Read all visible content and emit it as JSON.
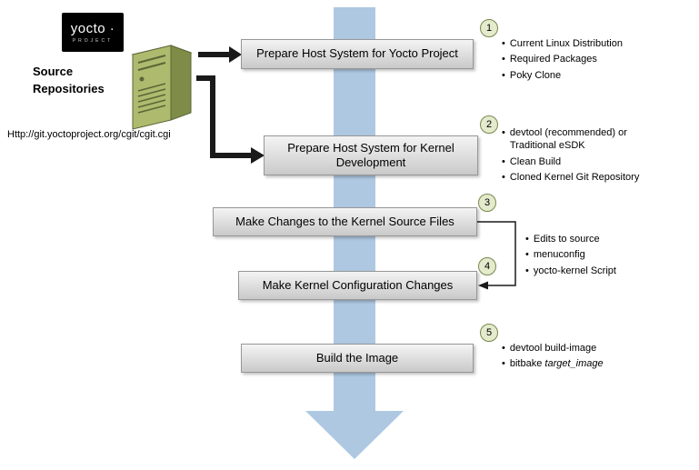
{
  "logo": {
    "name": "yocto ·",
    "tagline": "PROJECT"
  },
  "source_repo": {
    "label": "Source Repositories",
    "url": "Http://git.yoctoproject.org/cgit/cgit.cgi"
  },
  "steps": [
    {
      "number": "1",
      "title": "Prepare Host System for Yocto Project",
      "bullets": [
        "Current Linux Distribution",
        "Required Packages",
        "Poky Clone"
      ]
    },
    {
      "number": "2",
      "title": "Prepare Host System for Kernel Development",
      "bullets": [
        "devtool (recommended) or Traditional eSDK",
        "Clean Build",
        "Cloned Kernel Git Repository"
      ]
    },
    {
      "number": "3",
      "title": "Make Changes to the Kernel Source Files"
    },
    {
      "number": "4",
      "title": "Make Kernel Configuration Changes"
    },
    {
      "number": "5",
      "title": "Build the Image",
      "bullets": [
        {
          "plain": "devtool build-image",
          "italic": ""
        },
        {
          "plain": "bitbake ",
          "italic": "target_image"
        }
      ]
    }
  ],
  "shared_bullets": [
    "Edits to source",
    "menuconfig",
    "yocto-kernel Script"
  ],
  "colors": {
    "flow_arrow": "#aec8e2",
    "circle_fill": "#e4eacc",
    "circle_border": "#77884e"
  }
}
